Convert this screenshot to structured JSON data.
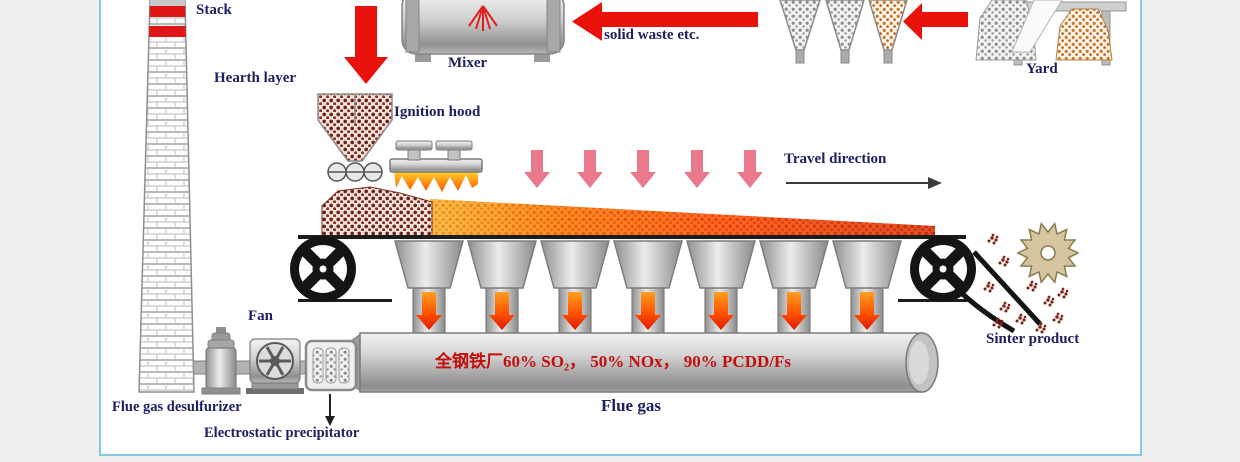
{
  "page": {
    "background": "#efefef",
    "frame_border_color": "#85c9e6"
  },
  "diagram": {
    "type": "process-flow",
    "subject": "Iron ore sintering machine with flue gas cleaning train",
    "labels": {
      "stack": "Stack",
      "hearth_layer": "Hearth layer",
      "mixer": "Mixer",
      "solid_waste": "solid waste etc.",
      "yard": "Yard",
      "ignition_hood": "Ignition hood",
      "travel_direction": "Travel direction",
      "sinter_product": "Sinter product",
      "flue_gas": "Flue gas",
      "fan": "Fan",
      "flue_gas_desulfurizer": "Flue gas desulfurizer",
      "electrostatic_precipitator": "Electrostatic precipitator",
      "duct_emissions": "全钢铁厂60% SO₂， 50% NOx， 90% PCDD/Fs"
    },
    "colors": {
      "label_text": "#1e2060",
      "flow_arrow_red": "#e8120a",
      "feed_arrow_pink": "#e9798b",
      "emission_text_red": "#c40d0d",
      "bed_gradient": [
        "#ffb62a",
        "#ff7a00",
        "#ff4a00",
        "#d92f00"
      ]
    }
  }
}
